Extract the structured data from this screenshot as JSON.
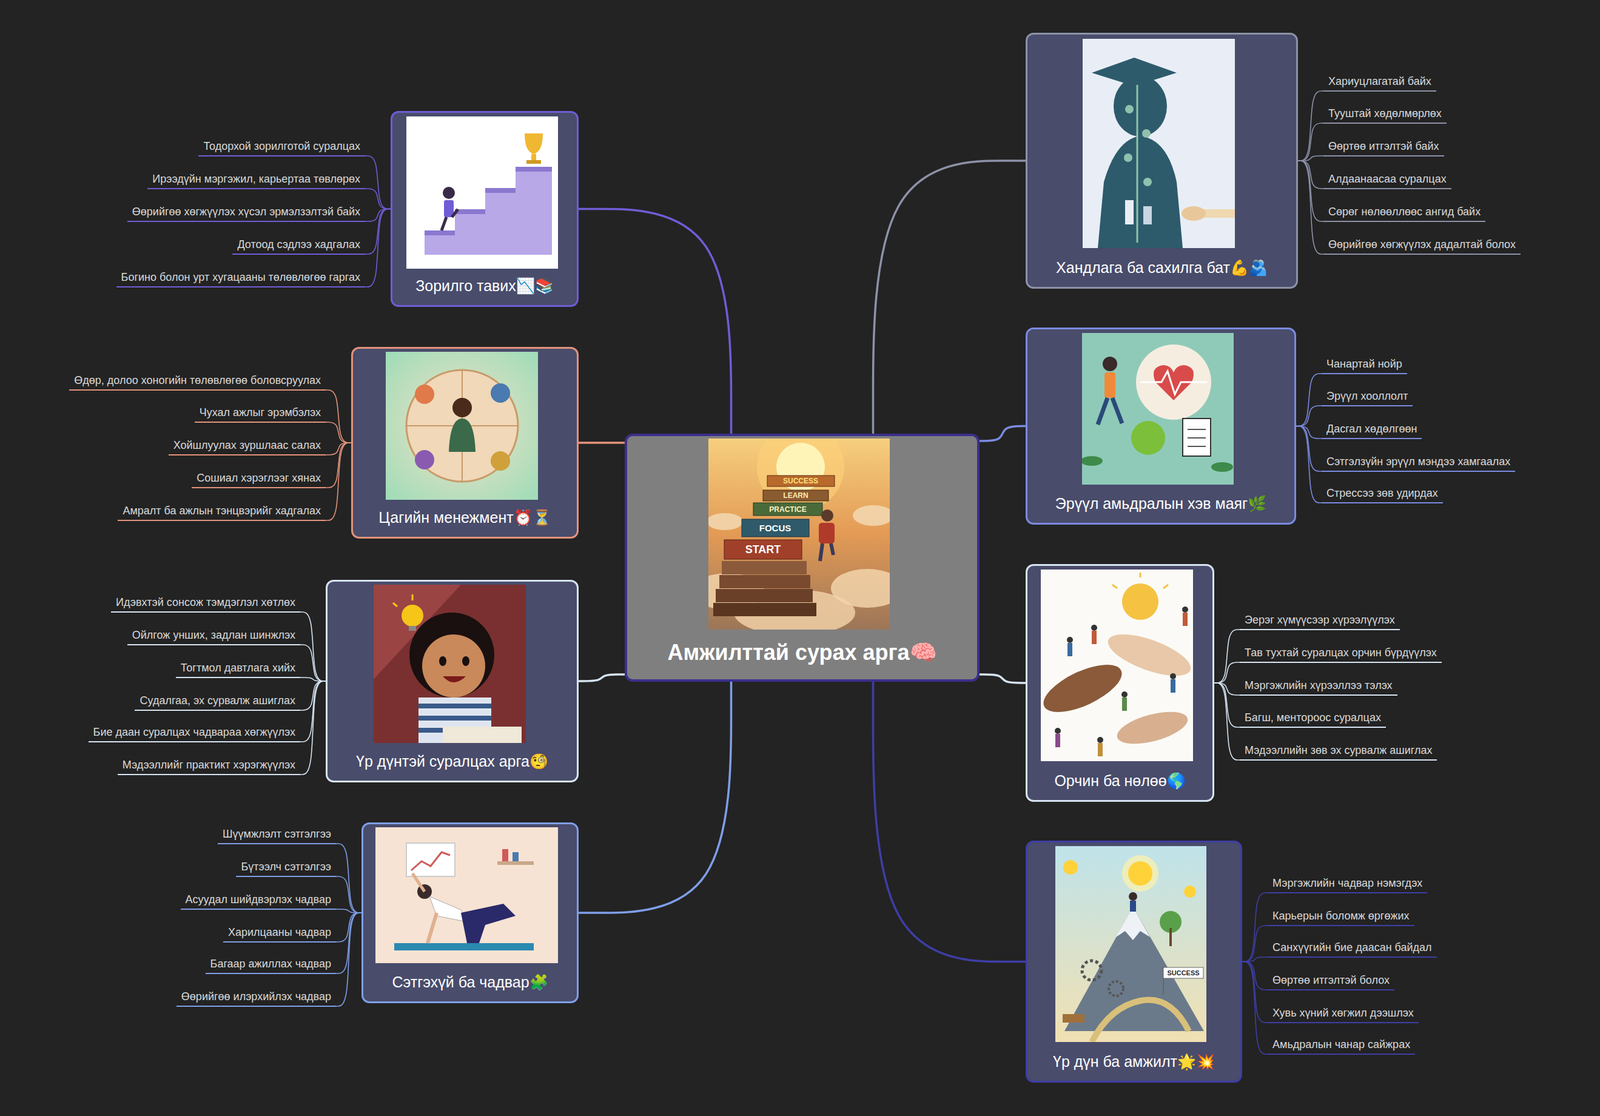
{
  "diagram": {
    "nodes": [
      {
        "text": [
          "Амжилттай сурах арга🧠"
        ]
      },
      {
        "text": [
          "Хандлага ба сахилга бат💪🫂"
        ]
      },
      {
        "text": [
          "Хариуцлагатай байх"
        ]
      },
      {
        "text": [
          "Тууштай хөдөлмөрлөх"
        ]
      },
      {
        "text": [
          "Өөртөө итгэлтэй байх"
        ]
      },
      {
        "text": [
          "Алдаанаасаа суралцах"
        ]
      },
      {
        "text": [
          "Сөрөг нөлөөллөөс ангид байх"
        ]
      },
      {
        "text": [
          "Өөрийгөө хөгжүүлэх дадалтай болох"
        ]
      },
      {
        "text": [
          "Эрүүл амьдралын хэв маяг🌿"
        ]
      },
      {
        "text": [
          "Чанартай нойр"
        ]
      },
      {
        "text": [
          "Эрүүл хооллолт"
        ]
      },
      {
        "text": [
          "Дасгал хөдөлгөөн"
        ]
      },
      {
        "text": [
          "Сэтгэлзүйн эрүүл мэндээ хамгаалах"
        ]
      },
      {
        "text": [
          "Стрессээ зөв удирдах"
        ]
      },
      {
        "text": [
          "Орчин ба нөлөө🌎"
        ]
      },
      {
        "text": [
          "Эерэг хүмүүсээр хүрээлүүлэх"
        ]
      },
      {
        "text": [
          "Тав тухтай суралцах орчин бүрдүүлэх"
        ]
      },
      {
        "text": [
          "Мэргэжлийн хүрээллээ тэлэх"
        ]
      },
      {
        "text": [
          "Багш, ментороос суралцах"
        ]
      },
      {
        "text": [
          "Мэдээллийн зөв эх сурвалж ашиглах"
        ]
      },
      {
        "text": [
          "Үр дүн ба амжилт🌟💥"
        ]
      },
      {
        "text": [
          "Мэргэжлийн чадвар нэмэгдэх"
        ]
      },
      {
        "text": [
          "Карьерын боломж өргөжих"
        ]
      },
      {
        "text": [
          "Санхүүгийн бие даасан байдал"
        ]
      },
      {
        "text": [
          "Өөртөө итгэлтэй болох"
        ]
      },
      {
        "text": [
          "Хувь хүний хөгжил дээшлэх"
        ]
      },
      {
        "text": [
          "Амьдралын чанар сайжрах"
        ]
      },
      {
        "text": [
          "Зорилго тавих📉📚"
        ]
      },
      {
        "text": [
          "Тодорхой зорилготой суралцах"
        ]
      },
      {
        "text": [
          "Ирээдүйн мэргэжил, карьертаа төвлөрөх"
        ]
      },
      {
        "text": [
          "Өөрийгөө хөгжүүлэх хүсэл эрмэлзэлтэй байх"
        ]
      },
      {
        "text": [
          "Дотоод сэдлээ хадгалах"
        ]
      },
      {
        "text": [
          "Богино болон урт хугацааны төлөвлөгөө гаргах"
        ]
      },
      {
        "text": [
          "Цагийн менежмент⏰⏳"
        ]
      },
      {
        "text": [
          "Өдөр, долоо хоногийн төлөвлөгөө боловсруулах"
        ]
      },
      {
        "text": [
          "Чухал ажлыг эрэмбэлэх"
        ]
      },
      {
        "text": [
          "Хойшлуулах зуршлаас салах"
        ]
      },
      {
        "text": [
          "Сошиал хэрэглээг хянах"
        ]
      },
      {
        "text": [
          "Амралт ба ажлын тэнцвэрийг хадгалах"
        ]
      },
      {
        "text": [
          "Үр дүнтэй суралцах арга🧐"
        ]
      },
      {
        "text": [
          "Идэвхтэй сонсож тэмдэглэл хөтлөх"
        ]
      },
      {
        "text": [
          "Ойлгож унших, задлан шинжлэх"
        ]
      },
      {
        "text": [
          "Тогтмол давтлага хийх"
        ]
      },
      {
        "text": [
          "Судалгаа, эх сурвалж ашиглах"
        ]
      },
      {
        "text": [
          "Бие даан суралцах чадвараа хөгжүүлэх"
        ]
      },
      {
        "text": [
          "Мэдээллийг практикт хэрэгжүүлэх"
        ]
      },
      {
        "text": [
          "Сэтгэхүй ба чадвар🧩"
        ]
      },
      {
        "text": [
          "Шүүмжлэлт сэтгэлгээ"
        ]
      },
      {
        "text": [
          "Бүтээлч сэтгэлгээ"
        ]
      },
      {
        "text": [
          "Асуудал шийдвэрлэх чадвар"
        ]
      },
      {
        "text": [
          "Харилцааны чадвар"
        ]
      },
      {
        "text": [
          "Багаар ажиллах чадвар"
        ]
      },
      {
        "text": [
          "Өөрийгөө илэрхийлэх чадвар"
        ]
      }
    ],
    "edges": [
      {
        "from": 0,
        "to": 1,
        "arrow": "none"
      },
      {
        "from": 0,
        "to": 8,
        "arrow": "none"
      },
      {
        "from": 0,
        "to": 14,
        "arrow": "none"
      },
      {
        "from": 0,
        "to": 20,
        "arrow": "none"
      },
      {
        "from": 0,
        "to": 27,
        "arrow": "none"
      },
      {
        "from": 0,
        "to": 33,
        "arrow": "none"
      },
      {
        "from": 0,
        "to": 39,
        "arrow": "none"
      },
      {
        "from": 0,
        "to": 46,
        "arrow": "none"
      },
      {
        "from": 1,
        "to": 2,
        "arrow": "none"
      },
      {
        "from": 1,
        "to": 3,
        "arrow": "none"
      },
      {
        "from": 1,
        "to": 4,
        "arrow": "none"
      },
      {
        "from": 1,
        "to": 5,
        "arrow": "none"
      },
      {
        "from": 1,
        "to": 6,
        "arrow": "none"
      },
      {
        "from": 1,
        "to": 7,
        "arrow": "none"
      },
      {
        "from": 8,
        "to": 9,
        "arrow": "none"
      },
      {
        "from": 8,
        "to": 10,
        "arrow": "none"
      },
      {
        "from": 8,
        "to": 11,
        "arrow": "none"
      },
      {
        "from": 8,
        "to": 12,
        "arrow": "none"
      },
      {
        "from": 8,
        "to": 13,
        "arrow": "none"
      },
      {
        "from": 14,
        "to": 15,
        "arrow": "none"
      },
      {
        "from": 14,
        "to": 16,
        "arrow": "none"
      },
      {
        "from": 14,
        "to": 17,
        "arrow": "none"
      },
      {
        "from": 14,
        "to": 18,
        "arrow": "none"
      },
      {
        "from": 14,
        "to": 19,
        "arrow": "none"
      },
      {
        "from": 20,
        "to": 21,
        "arrow": "none"
      },
      {
        "from": 20,
        "to": 22,
        "arrow": "none"
      },
      {
        "from": 20,
        "to": 23,
        "arrow": "none"
      },
      {
        "from": 20,
        "to": 24,
        "arrow": "none"
      },
      {
        "from": 20,
        "to": 25,
        "arrow": "none"
      },
      {
        "from": 20,
        "to": 26,
        "arrow": "none"
      },
      {
        "from": 27,
        "to": 28,
        "arrow": "none"
      },
      {
        "from": 27,
        "to": 29,
        "arrow": "none"
      },
      {
        "from": 27,
        "to": 30,
        "arrow": "none"
      },
      {
        "from": 27,
        "to": 31,
        "arrow": "none"
      },
      {
        "from": 27,
        "to": 32,
        "arrow": "none"
      },
      {
        "from": 33,
        "to": 34,
        "arrow": "none"
      },
      {
        "from": 33,
        "to": 35,
        "arrow": "none"
      },
      {
        "from": 33,
        "to": 36,
        "arrow": "none"
      },
      {
        "from": 33,
        "to": 37,
        "arrow": "none"
      },
      {
        "from": 33,
        "to": 38,
        "arrow": "none"
      },
      {
        "from": 39,
        "to": 40,
        "arrow": "none"
      },
      {
        "from": 39,
        "to": 41,
        "arrow": "none"
      },
      {
        "from": 39,
        "to": 42,
        "arrow": "none"
      },
      {
        "from": 39,
        "to": 43,
        "arrow": "none"
      },
      {
        "from": 39,
        "to": 44,
        "arrow": "none"
      },
      {
        "from": 39,
        "to": 45,
        "arrow": "none"
      },
      {
        "from": 46,
        "to": 47,
        "arrow": "none"
      },
      {
        "from": 46,
        "to": 48,
        "arrow": "none"
      },
      {
        "from": 46,
        "to": 49,
        "arrow": "none"
      },
      {
        "from": 46,
        "to": 50,
        "arrow": "none"
      },
      {
        "from": 46,
        "to": 51,
        "arrow": "none"
      },
      {
        "from": 46,
        "to": 52,
        "arrow": "none"
      }
    ],
    "labels": [
      "SUCCESS",
      "LEARN",
      "PRACTICE",
      "FOCUS",
      "START",
      "SUCCESS"
    ]
  }
}
